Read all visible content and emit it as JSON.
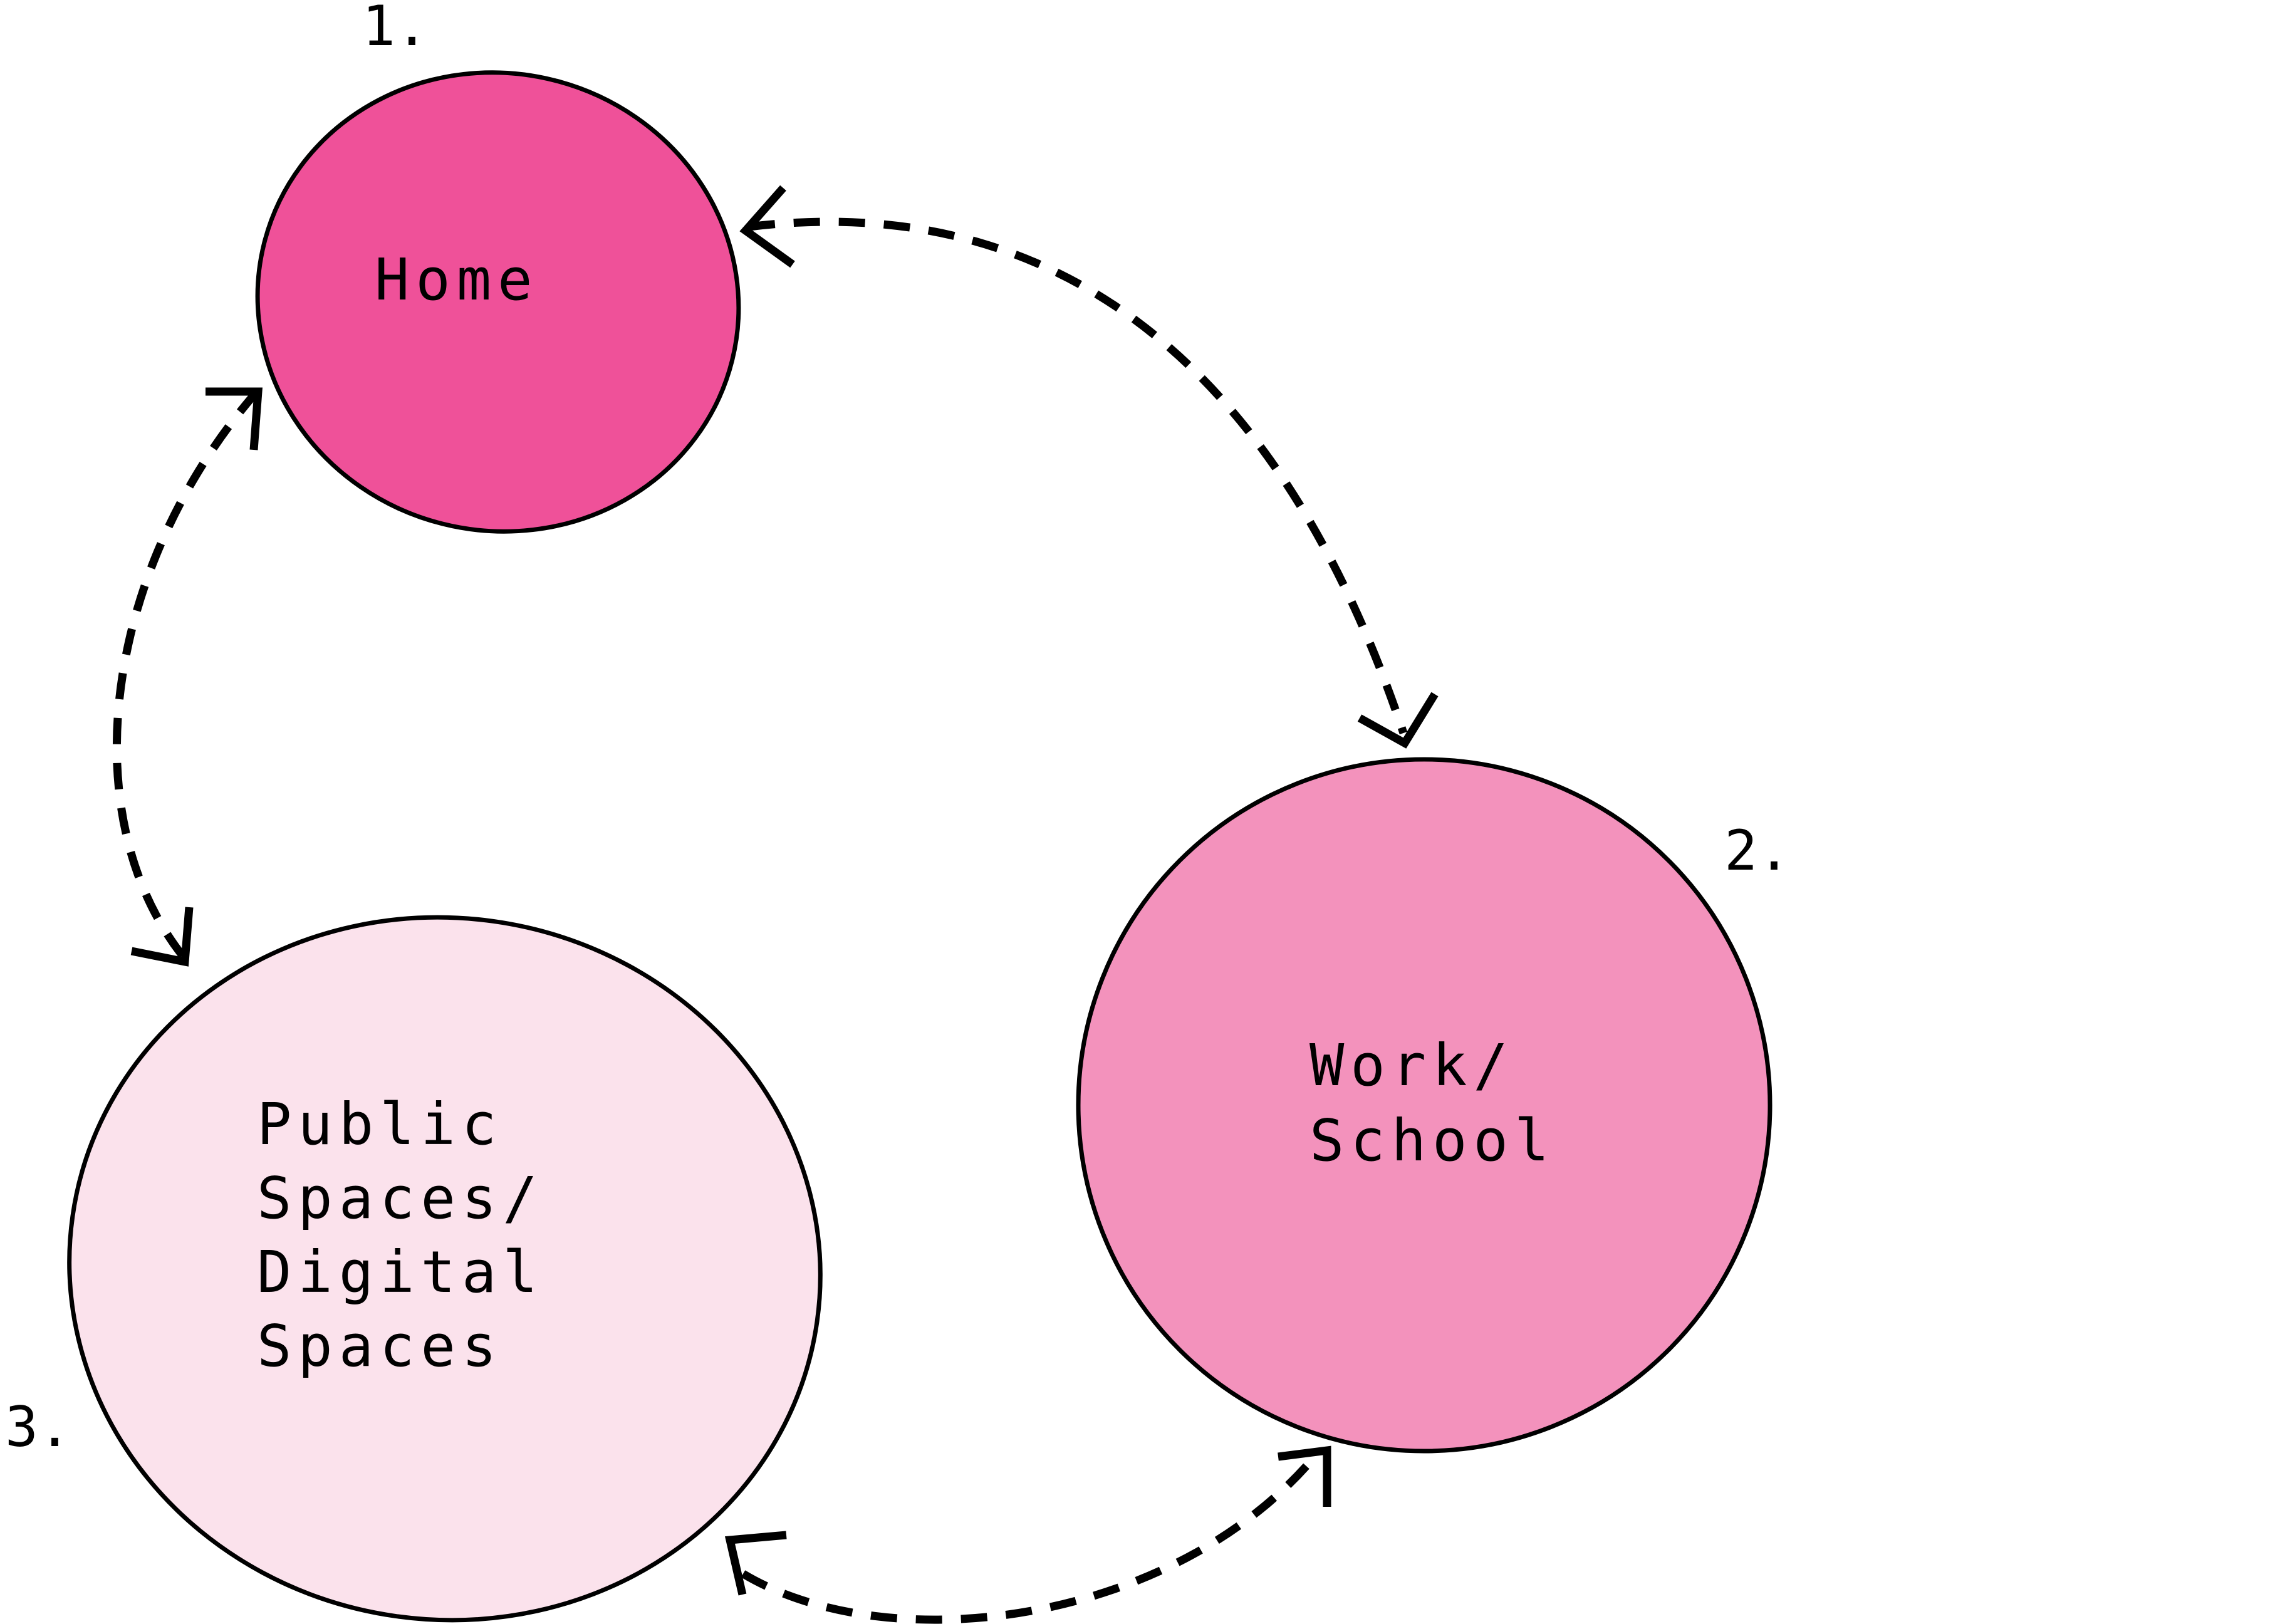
{
  "diagram": {
    "nodes": [
      {
        "id": "home",
        "number": "1.",
        "lines": [
          "Home"
        ],
        "fill": "#EF5199"
      },
      {
        "id": "work-school",
        "number": "2.",
        "lines": [
          "Work/",
          "School"
        ],
        "fill": "#F392BC"
      },
      {
        "id": "public-digital-spaces",
        "number": "3.",
        "lines": [
          "Public",
          "Spaces/",
          "Digital",
          "Spaces"
        ],
        "fill": "#FBE2EC"
      }
    ],
    "edges": [
      {
        "from": "home",
        "to": "work-school",
        "style": "dashed",
        "direction": "both"
      },
      {
        "from": "home",
        "to": "public-digital-spaces",
        "style": "dashed",
        "direction": "both"
      },
      {
        "from": "work-school",
        "to": "public-digital-spaces",
        "style": "dashed",
        "direction": "both"
      }
    ],
    "colors": {
      "stroke": "#000000",
      "background": "#FFFFFF"
    }
  }
}
